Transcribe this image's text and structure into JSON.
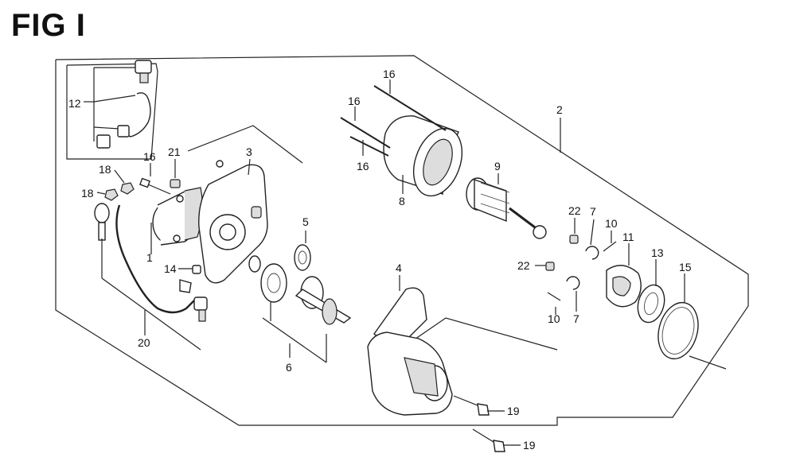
{
  "title": "FIG I",
  "callouts": {
    "c1": "1",
    "c2": "2",
    "c3": "3",
    "c4": "4",
    "c5": "5",
    "c6": "6",
    "c7a": "7",
    "c7b": "7",
    "c8": "8",
    "c9": "9",
    "c10a": "10",
    "c10b": "10",
    "c11": "11",
    "c12": "12",
    "c13": "13",
    "c14": "14",
    "c15": "15",
    "c16a": "16",
    "c16b": "16",
    "c16c": "16",
    "c16d": "16",
    "c18a": "18",
    "c18b": "18",
    "c19a": "19",
    "c19b": "19",
    "c20": "20",
    "c21": "21",
    "c22a": "22",
    "c22b": "22"
  }
}
